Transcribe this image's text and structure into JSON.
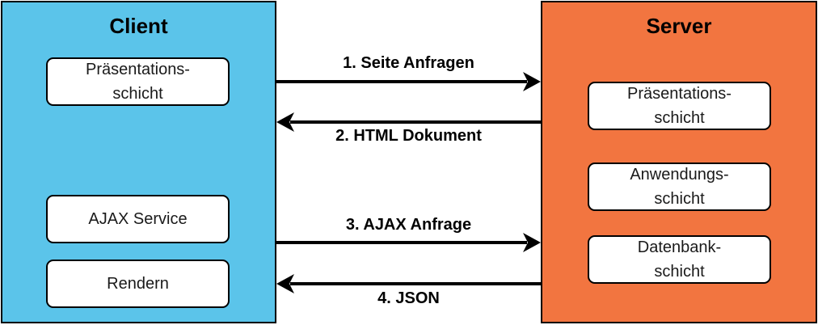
{
  "colors": {
    "client_fill": "#5bc4ea",
    "server_fill": "#f27540",
    "box_fill": "#ffffff",
    "stroke": "#000000"
  },
  "client": {
    "title": "Client",
    "boxes": [
      "Präsentations-\nschicht",
      "AJAX Service",
      "Rendern"
    ]
  },
  "server": {
    "title": "Server",
    "boxes": [
      "Präsentations-\nschicht",
      "Anwendungs-\nschicht",
      "Datenbank-\nschicht"
    ]
  },
  "messages": [
    {
      "label": "1. Seite Anfragen",
      "direction": "client-to-server"
    },
    {
      "label": "2. HTML Dokument",
      "direction": "server-to-client"
    },
    {
      "label": "3. AJAX Anfrage",
      "direction": "client-to-server"
    },
    {
      "label": "4. JSON",
      "direction": "server-to-client"
    }
  ]
}
